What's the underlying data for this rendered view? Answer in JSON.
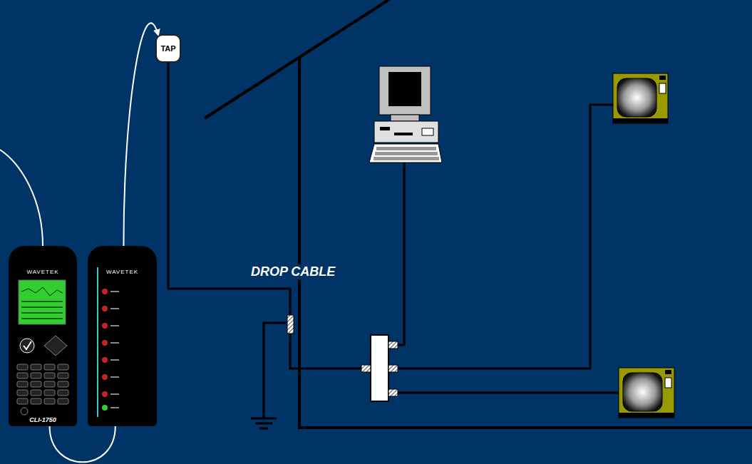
{
  "diagram": {
    "nodes": [
      {
        "text": [
          "TAP"
        ]
      },
      {
        "text": [
          "WAVETEK",
          "CLI-1750"
        ]
      },
      {
        "text": [
          "WAVETEK"
        ]
      }
    ],
    "edges": [
      {
        "from": 2,
        "to": 0,
        "arrow": "to"
      },
      {
        "from": 1,
        "to": 2,
        "arrow": "none"
      }
    ],
    "labels": [
      "DROP CABLE"
    ]
  }
}
